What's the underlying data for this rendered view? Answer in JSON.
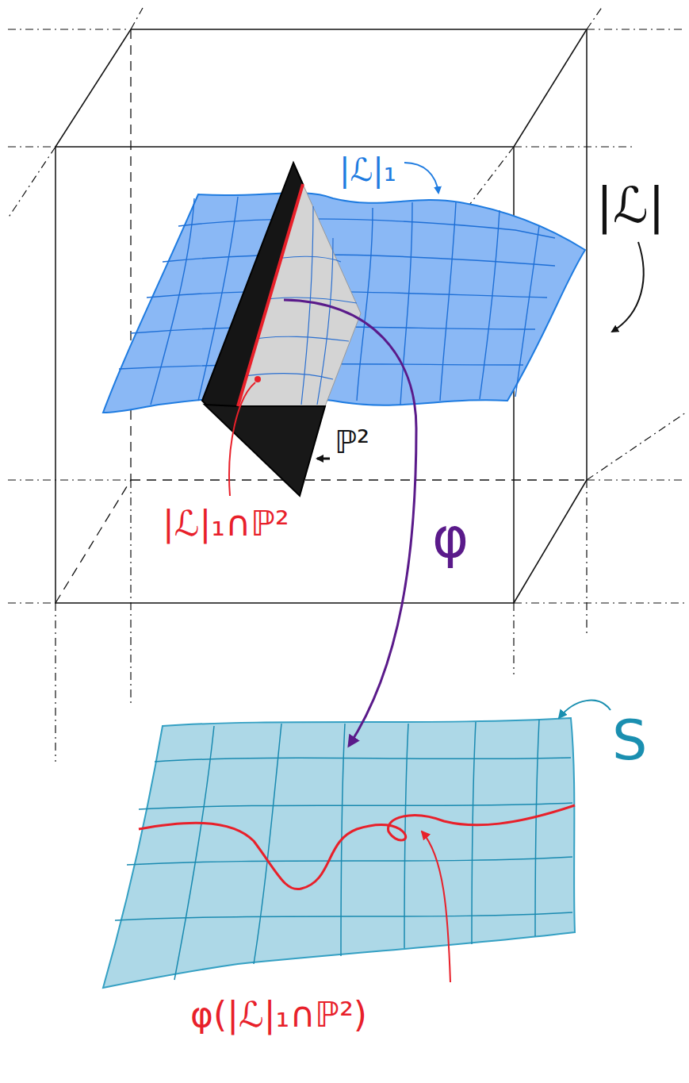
{
  "diagram": {
    "labels": [
      "|ℒ|",
      "|ℒ|₁",
      "ℙ²",
      "|ℒ|₁∩ℙ²",
      "φ",
      "S",
      "φ(|ℒ|₁∩ℙ²)"
    ]
  }
}
